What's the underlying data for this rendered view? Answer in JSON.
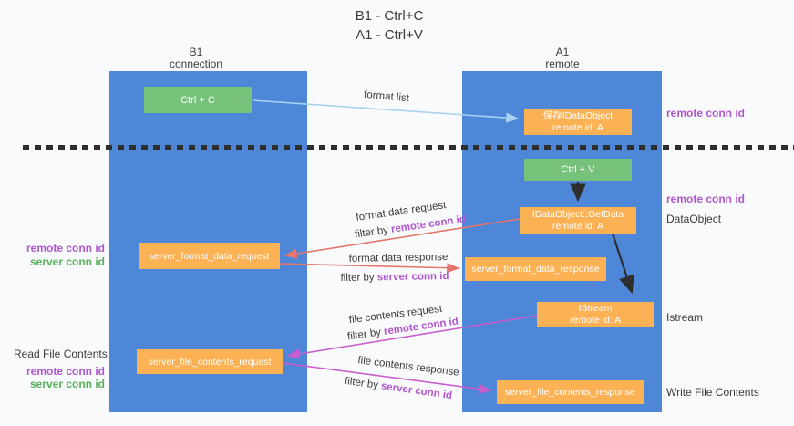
{
  "title": {
    "line1": "B1 - Ctrl+C",
    "line2": "A1 - Ctrl+V"
  },
  "lifelines": {
    "left": {
      "title": "B1",
      "subtitle": "connection"
    },
    "right": {
      "title": "A1",
      "subtitle": "remote"
    }
  },
  "boxes": {
    "ctrl_c": {
      "label": "Ctrl + C"
    },
    "ctrl_v": {
      "label": "Ctrl + V"
    },
    "save_dataobject": {
      "line1": "保存IDataObject",
      "line2": "remote id: A"
    },
    "getdata": {
      "line1": "IDataObject::GetData",
      "line2": "remote id: A"
    },
    "istream": {
      "line1": "IStream",
      "line2": "remote id: A"
    },
    "format_request": {
      "label": "server_format_data_request"
    },
    "format_response": {
      "label": "server_format_data_response"
    },
    "file_request": {
      "label": "server_file_contents_request"
    },
    "file_response": {
      "label": "server_file_contents_response"
    }
  },
  "arrows": {
    "format_list": {
      "label": "format list"
    },
    "format_data_request": {
      "label": "format data request",
      "filter_prefix": "filter by ",
      "filter_key": "remote conn id"
    },
    "format_data_response": {
      "label": "format data response",
      "filter_prefix": "filter by ",
      "filter_key": "server conn id"
    },
    "file_contents_request": {
      "label": "file contents request",
      "filter_prefix": "filter by ",
      "filter_key": "remote conn id"
    },
    "file_contents_response": {
      "label": "file contents response",
      "filter_prefix": "filter by ",
      "filter_key": "server conn id"
    }
  },
  "annotations": {
    "right_remote_conn_id_top": "remote conn id",
    "right_remote_conn_id_mid": "remote conn id",
    "dataobject": "DataObject",
    "istream": "Istream",
    "write_file_contents": "Write File Contents",
    "left_remote_conn_id_mid": "remote conn id",
    "left_server_conn_id_mid": "server conn id",
    "read_file_contents": "Read File Contents",
    "left_remote_conn_id_bottom": "remote conn id",
    "left_server_conn_id_bottom": "server conn id"
  },
  "colors": {
    "lifeline_blue": "#4e86d8",
    "box_green": "#76c27a",
    "box_orange": "#fbb154",
    "arrow_lightblue": "#a8d2ef",
    "arrow_red": "#e4766e",
    "arrow_magenta": "#cb5ece",
    "arrow_black": "#2e2e2e",
    "text_purple": "#b157cf",
    "text_green": "#55b259",
    "text_dark": "#3b3b3b",
    "background": "#f9fafb"
  }
}
